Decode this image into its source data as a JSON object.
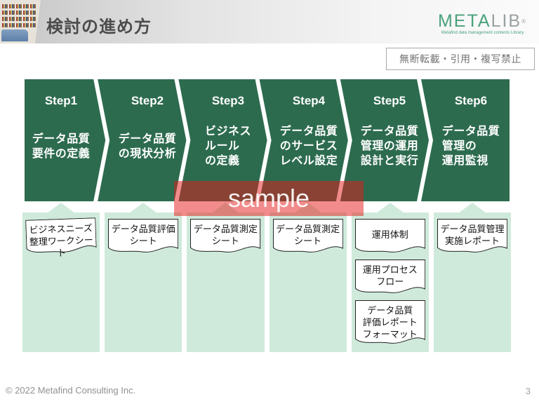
{
  "header": {
    "title": "検討の進め方"
  },
  "logo": {
    "word_primary": "META",
    "word_secondary": "LIB",
    "registered": "®",
    "subtitle": "Metafind data management contents Library"
  },
  "notice": {
    "text": "無断転載・引用・複写禁止"
  },
  "steps": [
    {
      "label": "Step1",
      "desc": "データ品質\n要件の定義"
    },
    {
      "label": "Step2",
      "desc": "データ品質\nの現状分析"
    },
    {
      "label": "Step3",
      "desc": "ビジネス\nルール\nの定義"
    },
    {
      "label": "Step4",
      "desc": "データ品質\nのサービス\nレベル設定"
    },
    {
      "label": "Step5",
      "desc": "データ品質\n管理の運用\n設計と実行"
    },
    {
      "label": "Step6",
      "desc": "データ品質\n管理の\n運用監視"
    }
  ],
  "deliverables": [
    {
      "docs": [
        {
          "text": "ビジネスニーズ\n整理ワークシート"
        }
      ]
    },
    {
      "docs": [
        {
          "text": "データ品質評価\nシート"
        }
      ]
    },
    {
      "docs": [
        {
          "text": "データ品質測定\nシート"
        }
      ]
    },
    {
      "docs": [
        {
          "text": "データ品質測定\nシート"
        }
      ]
    },
    {
      "docs": [
        {
          "text": "運用体制"
        },
        {
          "text": "運用プロセス\nフロー"
        },
        {
          "text": "データ品質\n評価レポート\nフォーマット"
        }
      ]
    },
    {
      "docs": [
        {
          "text": "データ品質管理\n実施レポート"
        }
      ]
    }
  ],
  "watermark": {
    "text": "sample"
  },
  "footer": {
    "copyright": "© 2022 Metafind Consulting Inc.",
    "page": "3"
  },
  "colors": {
    "chevron_green": "#2d6b4f",
    "column_mint": "#cfeadb",
    "watermark_red": "rgba(229,25,25,0.5)",
    "logo_green": "#4aa17c",
    "logo_gray": "#9aa0a0",
    "title_gray": "#4c4c4c",
    "notice_gray": "#737373"
  }
}
